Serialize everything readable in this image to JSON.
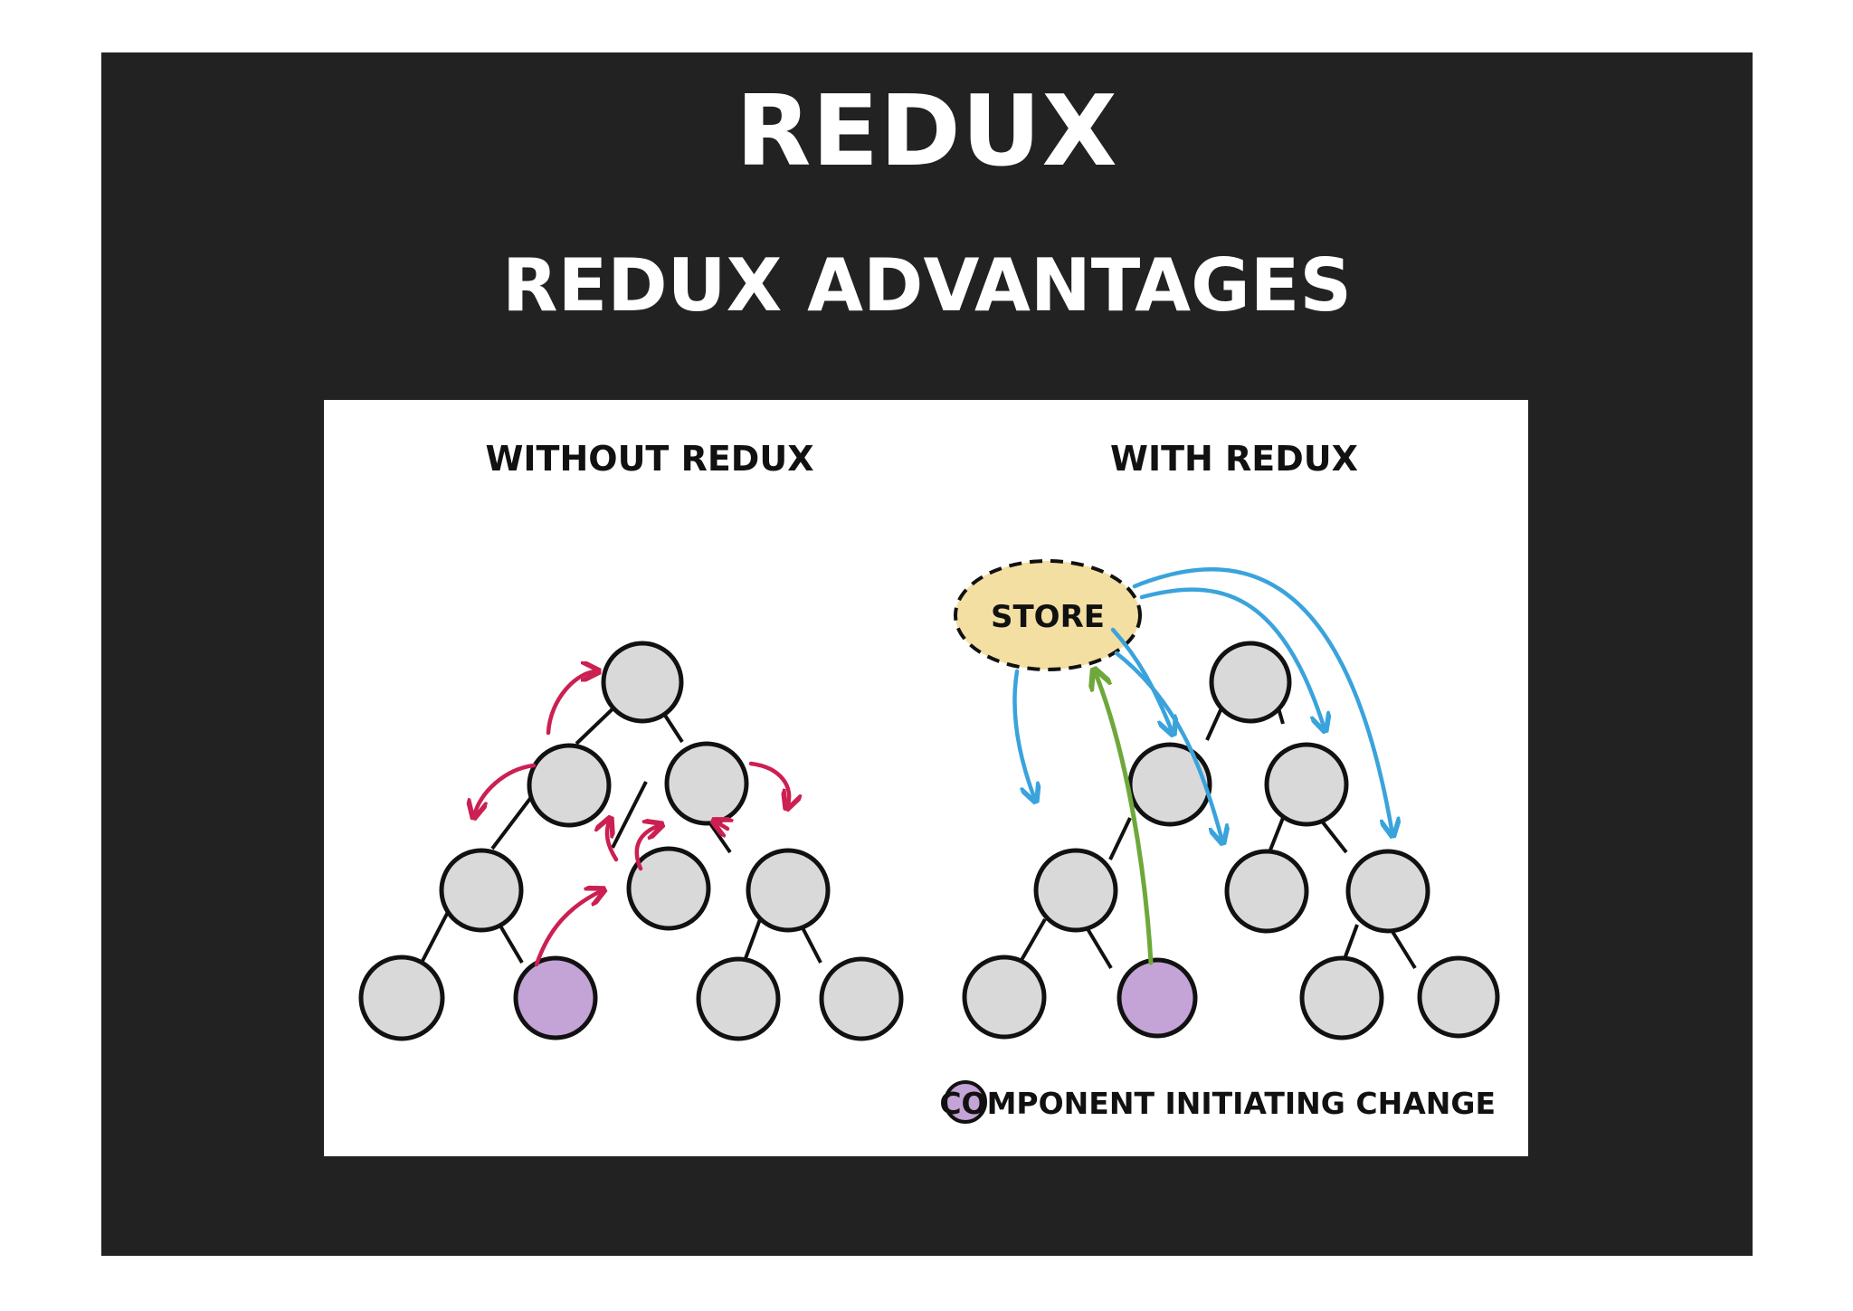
{
  "slide": {
    "title": "REDUX",
    "subtitle": "REDUX ADVANTAGES"
  },
  "diagram": {
    "left_heading": "WITHOUT REDUX",
    "right_heading": "WITH REDUX",
    "store_label": "STORE",
    "legend_label": "COMPONENT INITIATING CHANGE"
  },
  "colors": {
    "slide_background": "#222222",
    "node_fill": "#d9d9d9",
    "initiator_fill": "#c4a3d6",
    "store_fill": "#f3dfa2",
    "prop_arrows": "#cc1f52",
    "store_arrows": "#3aa3dc",
    "dispatch_arrow": "#6fa83a"
  }
}
